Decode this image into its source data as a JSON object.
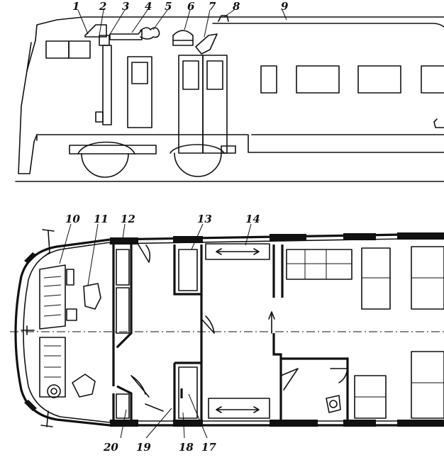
{
  "figure": {
    "side_view_callouts": [
      "1",
      "2",
      "3",
      "4",
      "5",
      "6",
      "7",
      "8",
      "9"
    ],
    "plan_view_top_callouts": [
      "10",
      "11",
      "12",
      "13",
      "14"
    ],
    "plan_view_bottom_callouts": [
      "20",
      "19",
      "18",
      "17"
    ]
  },
  "colors": {
    "ink": "#111111",
    "paper": "#ffffff"
  }
}
